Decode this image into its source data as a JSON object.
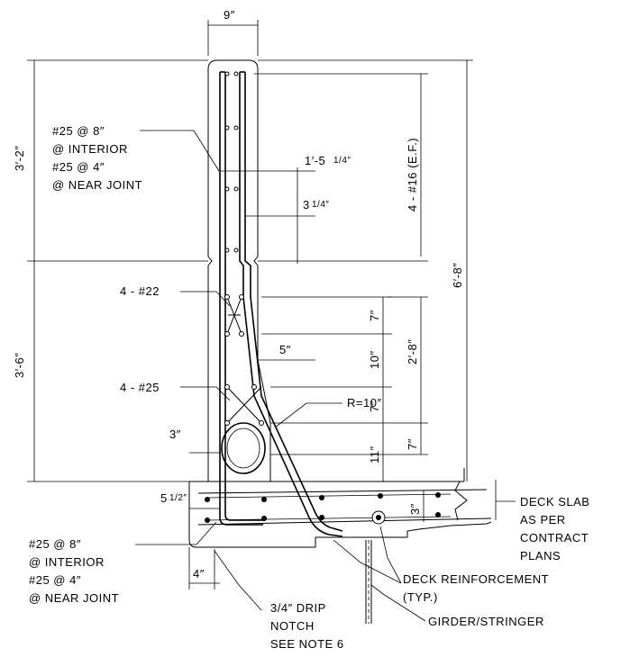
{
  "dimensions": {
    "top_width": "9″",
    "upper_height": "3′-2″",
    "lower_height": "3′-6″",
    "total_height": "6′-8″",
    "stem_vert_bars": "4 - #16 (E.F.)",
    "offset_1": "1′-5",
    "offset_1_frac": "1/4″",
    "offset_2": "3",
    "offset_2_frac": "1/4″",
    "dim_7a": "7″",
    "dim_10": "10″",
    "dim_7b": "7″",
    "dim_2_8": "2′-8″",
    "dim_5": "5″",
    "radius": "R=10″",
    "dim_3_left": "3″",
    "dim_11": "11″",
    "dim_7c": "7″",
    "dim_5_half": "5",
    "dim_5_half_frac": "1/2″",
    "dim_3_slab": "3″",
    "dim_4": "4″"
  },
  "labels": {
    "upper_bar_1": "#25 @ 8″",
    "upper_bar_2": "@ INTERIOR",
    "upper_bar_3": "#25 @ 4″",
    "upper_bar_4": "@ NEAR JOINT",
    "bars_22": "4 - #22",
    "bars_25": "4 - #25",
    "lower_bar_1": "#25 @ 8″",
    "lower_bar_2": "@ INTERIOR",
    "lower_bar_3": "#25 @ 4″",
    "lower_bar_4": "@ NEAR JOINT",
    "deck_slab_1": "DECK SLAB",
    "deck_slab_2": "AS PER",
    "deck_slab_3": "CONTRACT",
    "deck_slab_4": "PLANS",
    "deck_reinf_1": "DECK REINFORCEMENT",
    "deck_reinf_2": "(TYP.)",
    "girder": "GIRDER/STRINGER",
    "drip_1": "3/4″ DRIP",
    "drip_2": "NOTCH",
    "drip_3": "SEE NOTE 6"
  }
}
